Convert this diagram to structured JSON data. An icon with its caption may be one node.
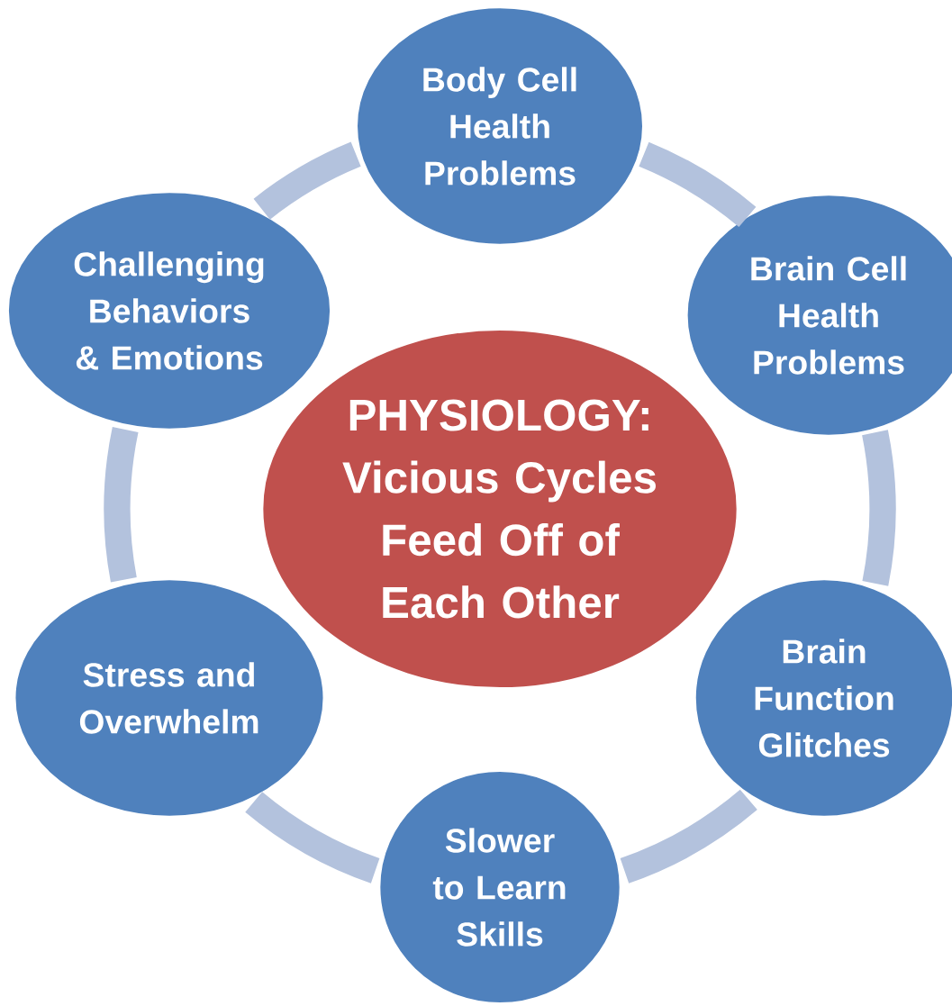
{
  "diagram": {
    "nodes": [
      {
        "text": [
          "PHYSIOLOGY: Vicious Cycles Feed Off of Each Other"
        ]
      },
      {
        "text": [
          "Body Cell Health Problems"
        ]
      },
      {
        "text": [
          "Brain Cell Health Problems"
        ]
      },
      {
        "text": [
          "Brain Function Glitches"
        ]
      },
      {
        "text": [
          "Slower to Learn Skills"
        ]
      },
      {
        "text": [
          "Stress and Overwhelm"
        ]
      },
      {
        "text": [
          "Challenging Behaviors & Emotions"
        ]
      }
    ],
    "edges": [
      {
        "from": 1,
        "to": 2,
        "arrow": "none"
      },
      {
        "from": 2,
        "to": 3,
        "arrow": "none"
      },
      {
        "from": 3,
        "to": 4,
        "arrow": "none"
      },
      {
        "from": 4,
        "to": 5,
        "arrow": "none"
      },
      {
        "from": 5,
        "to": 6,
        "arrow": "none"
      },
      {
        "from": 6,
        "to": 1,
        "arrow": "none"
      }
    ]
  }
}
